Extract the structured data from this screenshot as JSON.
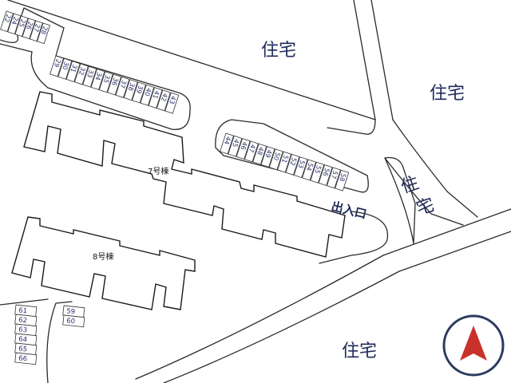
{
  "map": {
    "area_labels": [
      "住宅",
      "住宅",
      "住宅",
      "住宅"
    ],
    "vertical_label": [
      "住",
      "宅"
    ],
    "entrance_label": "出入口",
    "buildings": [
      "7号棟",
      "8号棟"
    ],
    "parking_rows": [
      [
        "22",
        "24",
        "25",
        "26",
        "27",
        "28"
      ],
      [
        "29",
        "30",
        "31",
        "32",
        "33",
        "34",
        "35",
        "36",
        "37",
        "38",
        "39",
        "40",
        "41",
        "42",
        "43"
      ],
      [
        "44",
        "45",
        "46",
        "47",
        "48",
        "49",
        "50",
        "51",
        "52",
        "53",
        "54",
        "55",
        "56",
        "57",
        "58"
      ],
      [
        "59",
        "60"
      ],
      [
        "61",
        "62",
        "63",
        "64",
        "65",
        "66"
      ]
    ],
    "compass": {
      "ring_color": "#2b3a5e",
      "arrow_color": "#c8322a"
    }
  }
}
